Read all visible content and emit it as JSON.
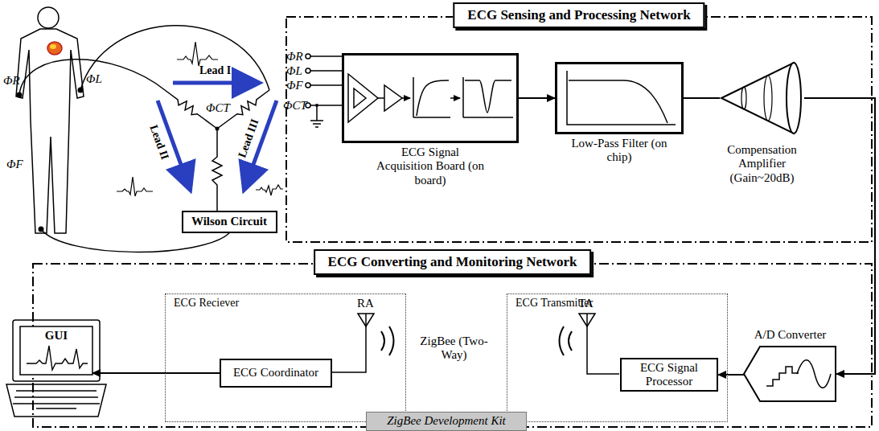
{
  "diagram": {
    "nodes": [
      {
        "text": [
          "ECG Sensing and Processing Network"
        ]
      },
      {
        "text": [
          "ECG Signal Acquisition Board (on board)"
        ],
        "in": 0
      },
      {
        "text": [
          "Low-Pass Filter (on chip)"
        ],
        "in": 0
      },
      {
        "text": [
          "Compensation Amplifier (Gain~20dB)"
        ],
        "in": 0
      },
      {
        "text": [
          "Wilson Circuit"
        ]
      },
      {
        "text": [
          "ECG Converting and Monitoring Network"
        ]
      },
      {
        "text": [
          "ECG Reciever"
        ],
        "in": 5
      },
      {
        "text": [
          "ECG Coordinator"
        ],
        "in": 6
      },
      {
        "text": [
          "GUI"
        ]
      },
      {
        "text": [
          "ECG Transmitter"
        ],
        "in": 5
      },
      {
        "text": [
          "ECG Signal Processor"
        ],
        "in": 9
      },
      {
        "text": [
          "A/D Converter"
        ],
        "in": 5
      },
      {
        "text": [
          "ZigBee Development Kit"
        ],
        "in": 5
      }
    ],
    "edges": [
      {
        "from": 1,
        "to": 2,
        "arrow": "to"
      },
      {
        "from": 2,
        "to": 3,
        "arrow": "none"
      },
      {
        "from": 3,
        "to": 11,
        "arrow": "to"
      },
      {
        "from": 11,
        "to": 10,
        "arrow": "to"
      },
      {
        "from": 7,
        "to": 8,
        "arrow": "to"
      }
    ],
    "labels": [
      "ΦR",
      "ΦL",
      "ΦF",
      "Lead I",
      "ΦCT",
      "Lead II",
      "Lead III",
      "ΦR",
      "ΦL",
      "ΦF",
      "ΦCT",
      "ZigBee (Two-Way)",
      "RA",
      "TA"
    ]
  }
}
